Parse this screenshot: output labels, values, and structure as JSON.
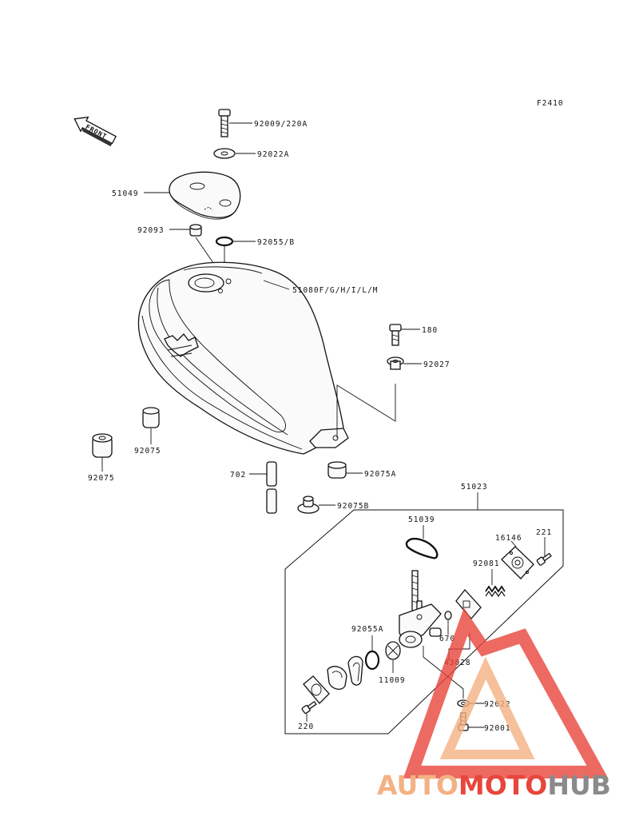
{
  "figure_code": "F2410",
  "front_label": "FRONT",
  "labels": {
    "bolt_top": "92009/220A",
    "washer_top": "92022A",
    "cap_plate": "51049",
    "nut_left": "92093",
    "oring_top": "92055/B",
    "tank": "51080F/G/H/I/L/M",
    "bolt_right": "180",
    "collar_right": "92027",
    "damper_left_small": "92075",
    "damper_left_big": "92075",
    "pipe": "702",
    "damper_under": "92075A",
    "damper_lower": "92075B",
    "cock_assy": "51023",
    "gasket_oval": "51039",
    "cover": "16146",
    "screw_right": "221",
    "spring": "92081",
    "oring_cock": "92055A",
    "oring_small": "670",
    "diaphragm": "43028",
    "lever": "11009",
    "washer_bottom": "92022",
    "screw_left": "220",
    "bolt_bottom": "92001"
  },
  "watermark": {
    "part1": "AUTO",
    "part2": "MOTO",
    "part3": "HUB",
    "color_light": "#f4b183",
    "color_red": "#e8463c",
    "color_gray": "#8a8a8a"
  }
}
